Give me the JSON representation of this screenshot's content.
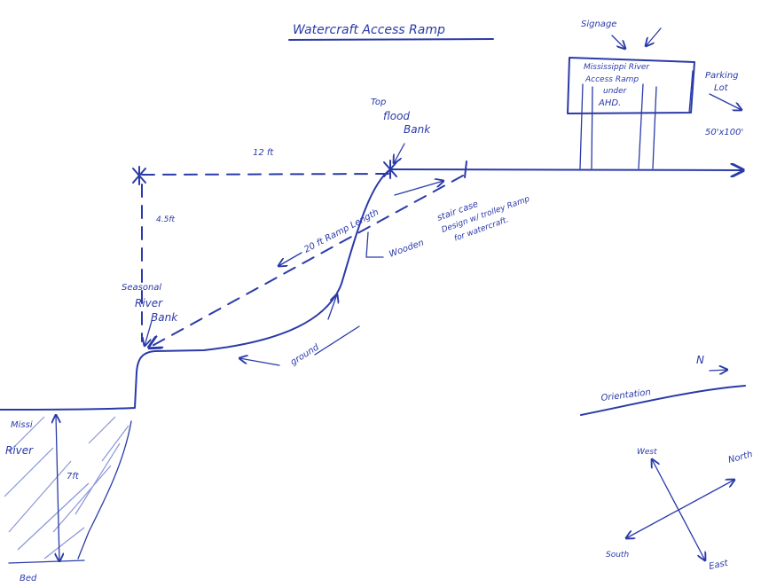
{
  "title": "Watercraft Access Ramp",
  "ink_color": "#2a3aa8",
  "signage": {
    "label": "Signage",
    "sign_text": [
      "Mississippi River",
      "Access Ramp",
      "under",
      "AHD."
    ]
  },
  "parking": {
    "label_line1": "Parking",
    "label_line2": "Lot",
    "size": "50'x100'"
  },
  "top_flood_bank": {
    "line1": "Top",
    "line2": "flood",
    "line3": "Bank"
  },
  "horizontal_distance": "12 ft",
  "vertical_distance": "4.5ft",
  "ramp_length": "20 ft Ramp Length",
  "seasonal_bank": {
    "line1": "Seasonal",
    "line2": "River",
    "line3": "Bank"
  },
  "stair_note": [
    "Wooden",
    "stair case",
    "Design w/ trolley Ramp",
    "for watercraft."
  ],
  "ground_label": "ground",
  "river": {
    "line1": "Missi",
    "line2": "River",
    "depth": "7ft",
    "bed": "Bed"
  },
  "orientation": {
    "label": "Orientation",
    "north_marker": "N"
  },
  "compass": {
    "west": "West",
    "north": "North",
    "south": "South",
    "east": "East"
  }
}
